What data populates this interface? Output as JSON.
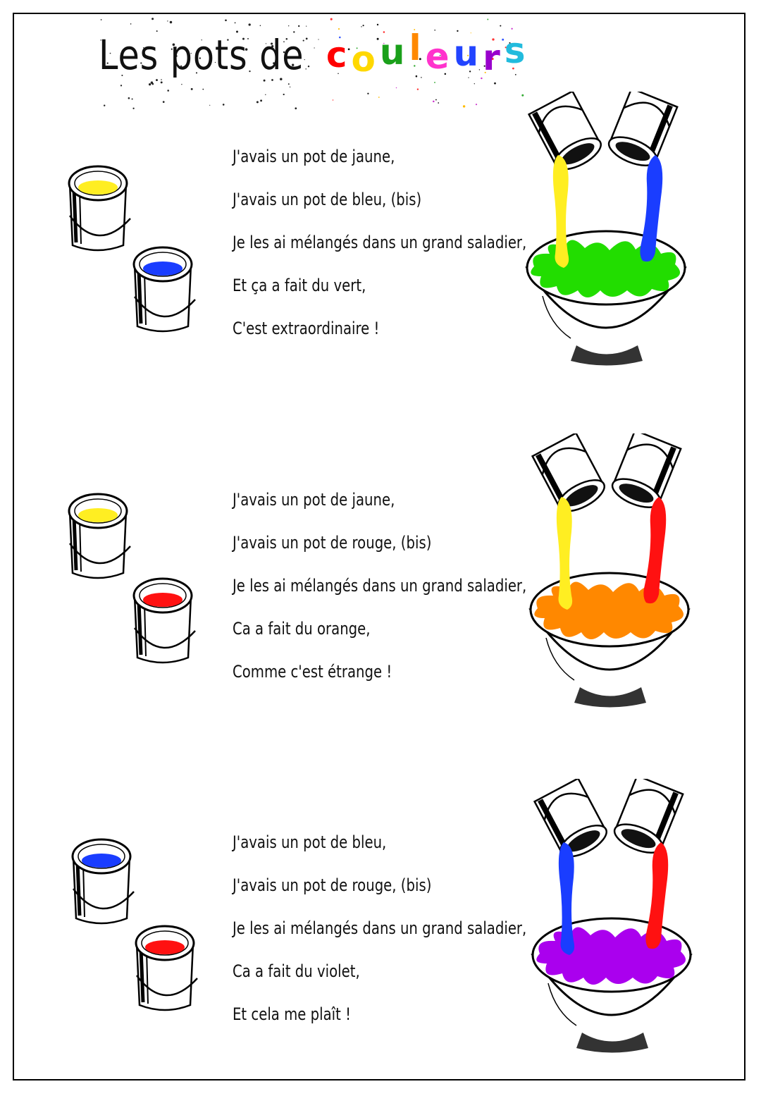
{
  "title": {
    "main": "Les pots de",
    "colored_letters": [
      {
        "char": "c",
        "color": "#ff0000"
      },
      {
        "char": "o",
        "color": "#ffd800"
      },
      {
        "char": "u",
        "color": "#1aa01a"
      },
      {
        "char": "l",
        "color": "#ff8800"
      },
      {
        "char": "e",
        "color": "#ff33cc"
      },
      {
        "char": "u",
        "color": "#2244ff"
      },
      {
        "char": "r",
        "color": "#9900cc"
      },
      {
        "char": "s",
        "color": "#22bbdd"
      }
    ]
  },
  "verses": [
    {
      "lines": [
        "J'avais un pot de jaune,",
        "J'avais un pot de bleu, (bis)",
        "Je les ai mélangés dans un grand saladier,",
        "Et ça a fait du vert,",
        "C'est extraordinaire !"
      ],
      "pot1_color": "#ffee22",
      "pot2_color": "#1a3dff",
      "result_color": "#22dd00"
    },
    {
      "lines": [
        "J'avais un pot de jaune,",
        "J'avais un pot de rouge, (bis)",
        "Je les ai mélangés dans un grand saladier,",
        "Ca a fait du orange,",
        "Comme c'est étrange !"
      ],
      "pot1_color": "#ffee22",
      "pot2_color": "#ff1111",
      "result_color": "#ff8800"
    },
    {
      "lines": [
        "J'avais un pot de bleu,",
        "J'avais un pot de rouge, (bis)",
        "Je les ai mélangés dans un grand saladier,",
        "Ca a fait du violet,",
        "Et cela me plaît !"
      ],
      "pot1_color": "#1a3dff",
      "pot2_color": "#ff1111",
      "result_color": "#aa00ee"
    }
  ]
}
